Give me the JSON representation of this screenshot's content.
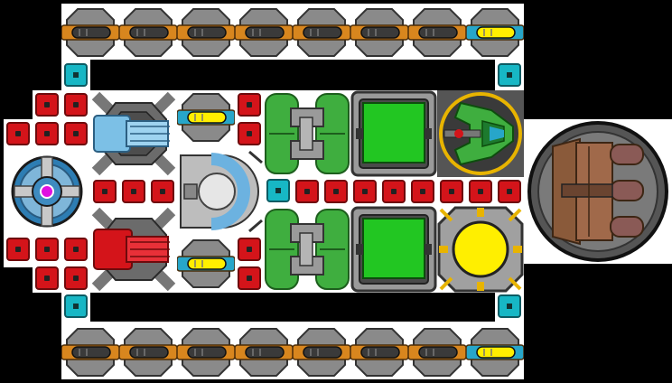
{
  "scene": {
    "colors": {
      "hull": "#ffffff",
      "background": "#000000",
      "energy_red": "#d4141a",
      "energy_cyan": "#17b7c5",
      "reactor_green": "#22c622",
      "shield_yellow": "#ffef00",
      "core_magenta": "#e010e0"
    },
    "modules": [
      {
        "name": "orange-cannon",
        "icon": "cannon-icon"
      },
      {
        "name": "blue-laser-cannon",
        "icon": "laser-icon"
      },
      {
        "name": "blue-gatling-turret",
        "icon": "gatling-icon"
      },
      {
        "name": "red-gatling-turret",
        "icon": "gatling-icon"
      },
      {
        "name": "shield-dome",
        "icon": "dome-icon"
      },
      {
        "name": "green-fuel-tank",
        "icon": "tank-icon"
      },
      {
        "name": "green-reactor",
        "icon": "reactor-icon"
      },
      {
        "name": "green-fighter-bay",
        "icon": "fighter-icon"
      },
      {
        "name": "yellow-shield-generator",
        "icon": "shield-icon"
      },
      {
        "name": "magenta-core",
        "icon": "core-icon"
      },
      {
        "name": "brown-missile-launcher",
        "icon": "missile-icon"
      }
    ]
  }
}
